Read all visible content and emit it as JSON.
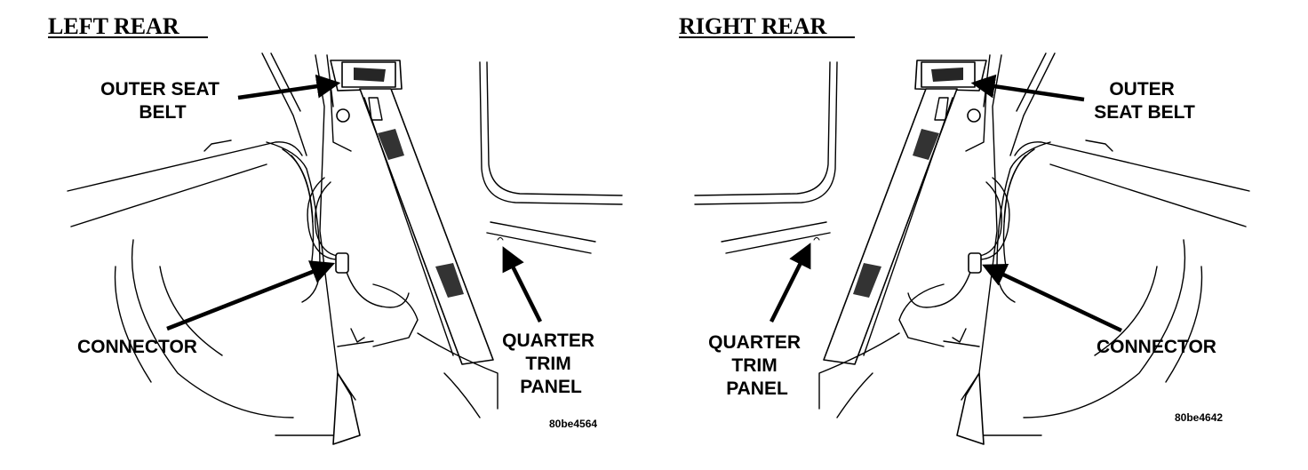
{
  "panels": {
    "left": {
      "title": "LEFT REAR",
      "labels": {
        "outer_seat_belt": [
          "OUTER SEAT",
          "BELT"
        ],
        "connector": "CONNECTOR",
        "quarter_trim_panel": [
          "QUARTER",
          "TRIM",
          "PANEL"
        ]
      },
      "figure_id": "80be4564"
    },
    "right": {
      "title": "RIGHT REAR",
      "labels": {
        "outer_seat_belt": [
          "OUTER",
          "SEAT BELT"
        ],
        "connector": "CONNECTOR",
        "quarter_trim_panel": [
          "QUARTER",
          "TRIM",
          "PANEL"
        ]
      },
      "figure_id": "80be4642"
    }
  },
  "colors": {
    "ink": "#000000",
    "paper": "#ffffff"
  },
  "icons": {
    "callout_arrow": "arrow-icon"
  }
}
